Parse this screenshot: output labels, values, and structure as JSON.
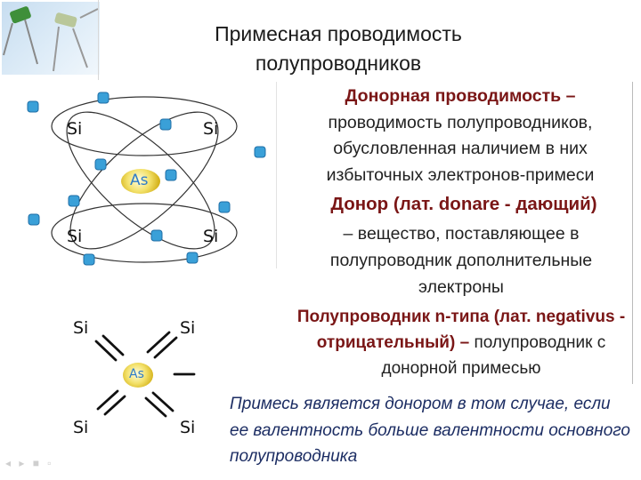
{
  "title": {
    "line1": "Примесная проводимость",
    "line2": "полупроводников"
  },
  "donor_conductivity": {
    "lead": "Донорная проводимость –",
    "text": "проводимость полупроводников, обусловленная наличием в них избыточных электронов-примеси"
  },
  "donor_definition": {
    "lead": "Донор (лат. donare - дающий)",
    "text": "– вещество, поставляющее в полупроводник дополнительные электроны"
  },
  "n_type": {
    "lead": "Полупроводник n-типа (лат. negativus - отрицательный) –",
    "text": "полупроводник с донорной примесью"
  },
  "note": "Примесь является донором в том случае, если ее валентность больше валентности основного полупроводника",
  "diagram": {
    "si": "Si",
    "as": "As",
    "colors": {
      "electron": "#3aa0d8",
      "electron_edge": "#1f6ea6",
      "orbit": "#333333",
      "arsenic": "#e6c832",
      "label": "#2f7cc8",
      "heading_accent": "#7a1616",
      "note": "#1c2d63"
    }
  }
}
